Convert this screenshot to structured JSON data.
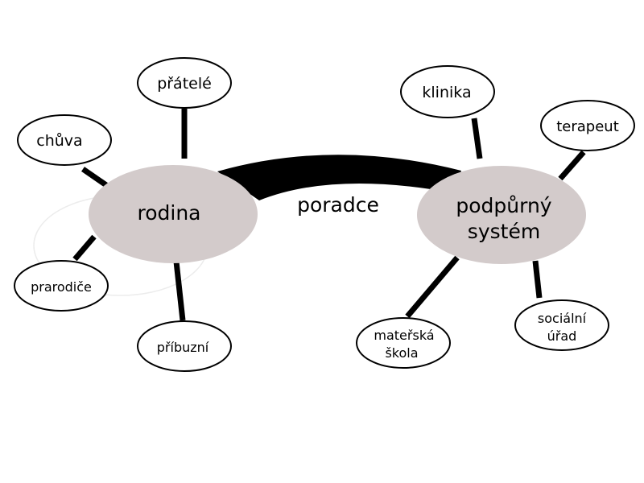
{
  "diagram": {
    "bridge_label": "poradce",
    "hubs": {
      "rodina": {
        "label": "rodina"
      },
      "system": {
        "label_line1": "podpůrný",
        "label_line2": "systém"
      }
    },
    "nodes": {
      "pratele": "přátelé",
      "chuva": "chůva",
      "prarodice": "prarodiče",
      "pribuzni": "příbuzní",
      "klinika": "klinika",
      "terapeut": "terapeut",
      "socialni_line1": "sociální",
      "socialni_line2": "úřad",
      "materska_line1": "mateřská",
      "materska_line2": "škola"
    },
    "colors": {
      "hub_fill": "#d3cbcb",
      "node_fill": "#ffffff",
      "stroke": "#000000"
    }
  }
}
